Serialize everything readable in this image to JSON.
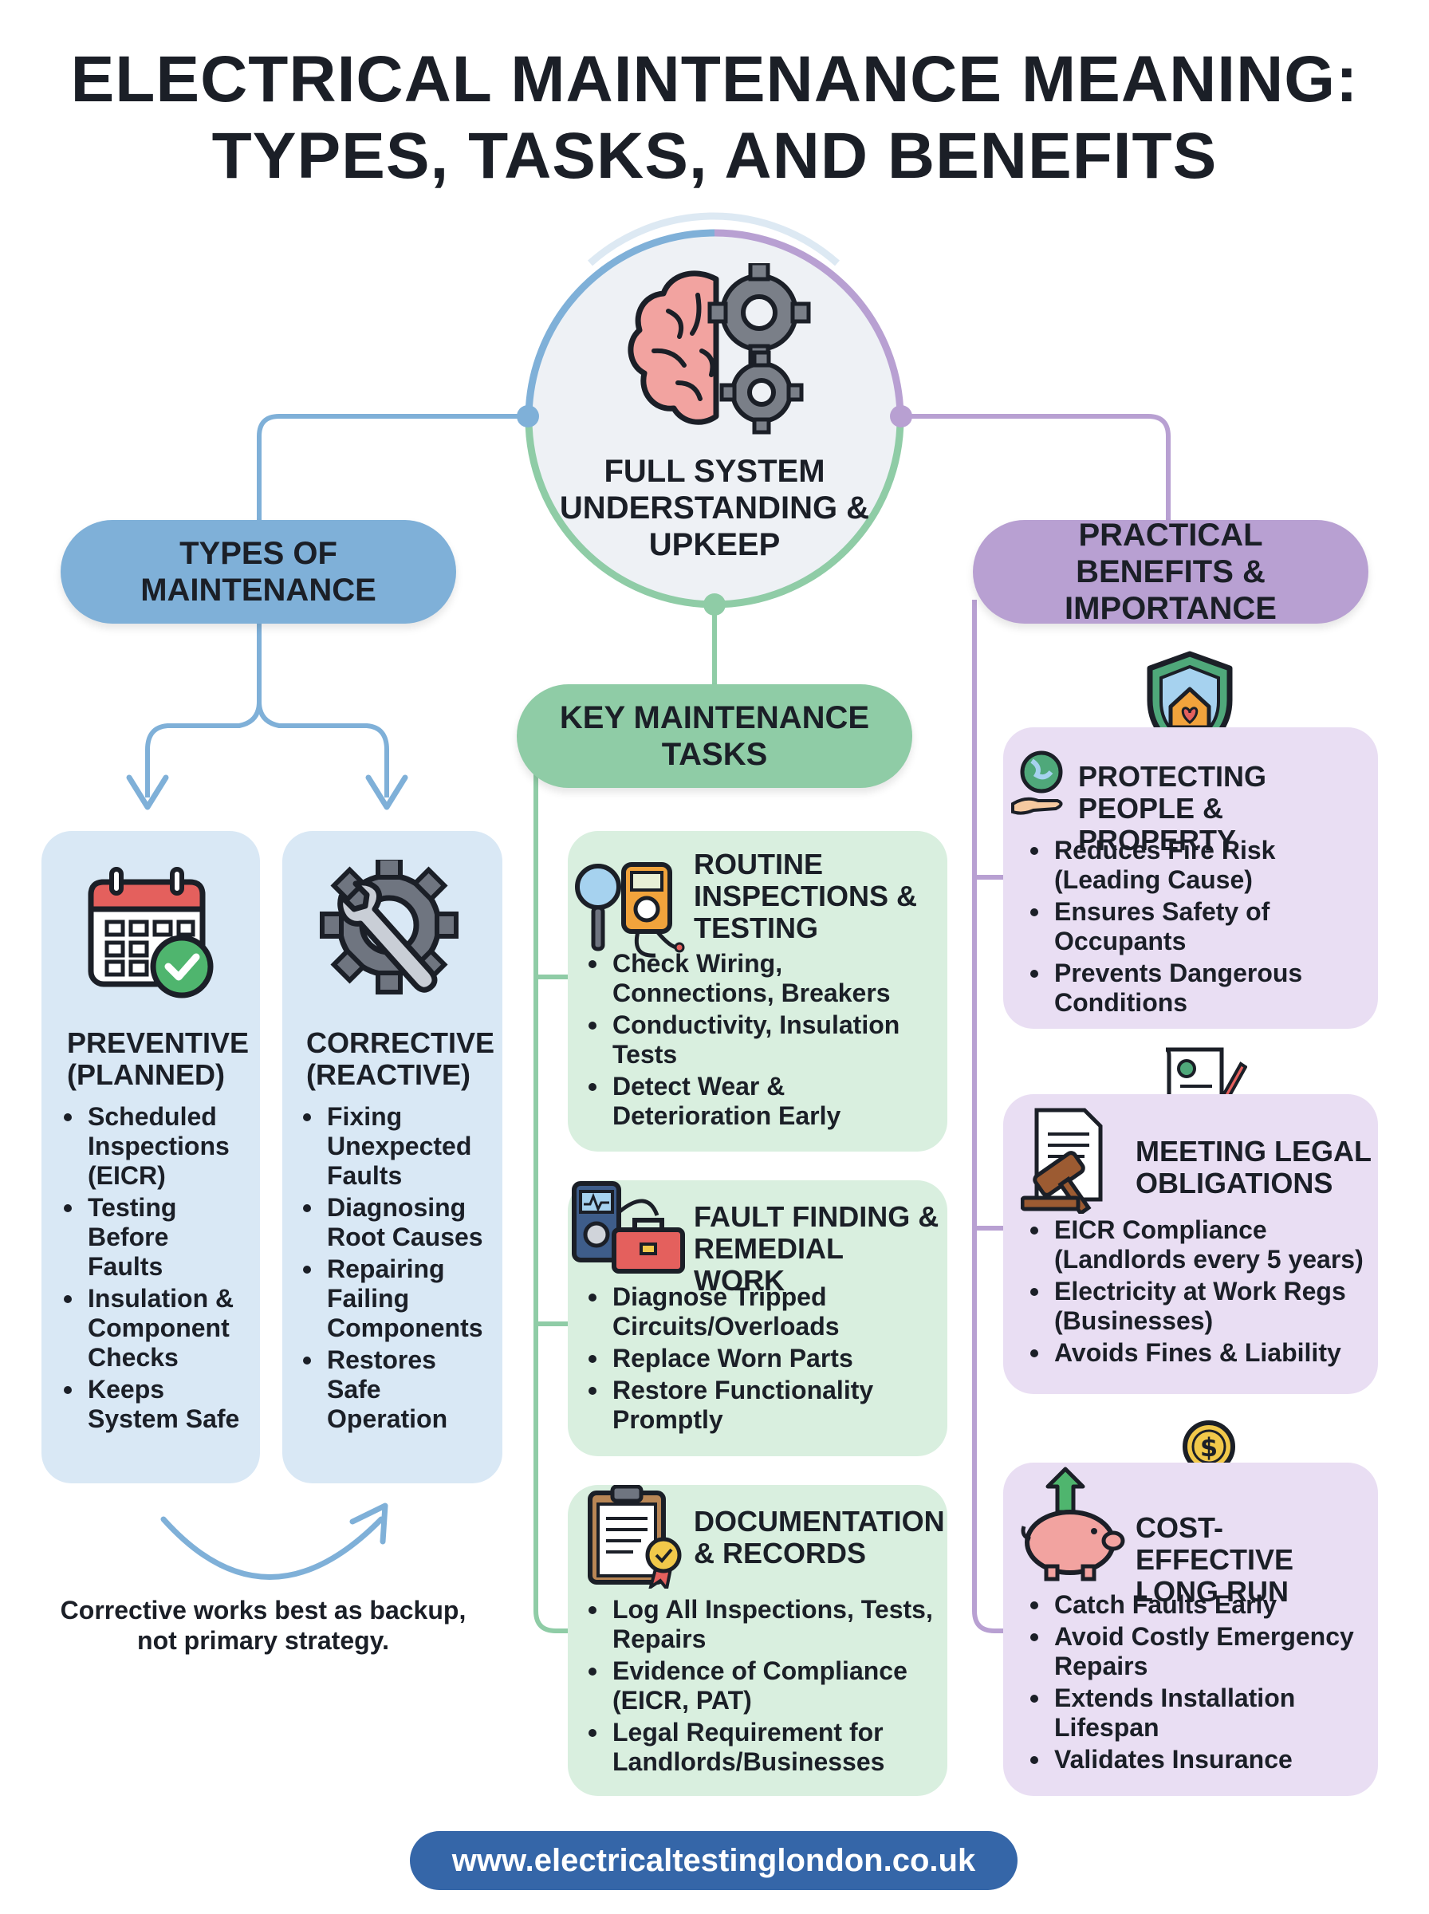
{
  "title": {
    "line1": "ELECTRICAL MAINTENANCE MEANING:",
    "line2": "TYPES, TASKS, AND BENEFITS"
  },
  "center": {
    "label": "FULL SYSTEM UNDERSTANDING & UPKEEP",
    "icon": "brain-gears-icon"
  },
  "types": {
    "heading": "TYPES OF MAINTENANCE",
    "preventive": {
      "title": "PREVENTIVE (PLANNED)",
      "icon": "calendar-check-icon",
      "bullets": [
        "Scheduled Inspections (EICR)",
        "Testing Before Faults",
        "Insulation & Component Checks",
        "Keeps System Safe"
      ]
    },
    "corrective": {
      "title": "CORRECTIVE (REACTIVE)",
      "icon": "broken-gear-wrench-icon",
      "bullets": [
        "Fixing Unexpected Faults",
        "Diagnosing Root Causes",
        "Repairing Failing Components",
        "Restores Safe Operation"
      ]
    },
    "note": "Corrective works best as backup, not primary strategy."
  },
  "tasks": {
    "heading": "KEY MAINTENANCE TASKS",
    "items": [
      {
        "title": "ROUTINE INSPECTIONS & TESTING",
        "icon": "magnifier-multimeter-icon",
        "bullets": [
          "Check Wiring, Connections, Breakers",
          "Conductivity, Insulation Tests",
          "Detect Wear & Deterioration Early"
        ]
      },
      {
        "title": "FAULT FINDING & REMEDIAL WORK",
        "icon": "tester-toolbox-icon",
        "bullets": [
          "Diagnose Tripped Circuits/Overloads",
          "Replace Worn Parts",
          "Restore Functionality Promptly"
        ]
      },
      {
        "title": "DOCUMENTATION & RECORDS",
        "icon": "clipboard-certificate-icon",
        "bullets": [
          "Log All Inspections, Tests, Repairs",
          "Evidence of Compliance (EICR, PAT)",
          "Legal Requirement for Landlords/Businesses"
        ]
      }
    ]
  },
  "benefits": {
    "heading": "PRACTICAL BENEFITS & IMPORTANCE",
    "items": [
      {
        "title": "PROTECTING PEOPLE & PROPERTY",
        "icon": "shield-house-icon",
        "bullets": [
          "Reduces Fire Risk (Leading Cause)",
          "Ensures Safety of Occupants",
          "Prevents Dangerous Conditions"
        ]
      },
      {
        "title": "MEETING LEGAL OBLIGATIONS",
        "icon": "gavel-document-icon",
        "bullets": [
          "EICR Compliance (Landlords every 5 years)",
          "Electricity at Work Regs (Businesses)",
          "Avoids Fines & Liability"
        ]
      },
      {
        "title": "COST-EFFECTIVE LONG RUN",
        "icon": "piggy-bank-coin-icon",
        "bullets": [
          "Catch Faults Early",
          "Avoid Costly Emergency Repairs",
          "Extends Installation Lifespan",
          "Validates Insurance"
        ]
      }
    ]
  },
  "footer": {
    "url": "www.electricaltestinglondon.co.uk"
  },
  "colors": {
    "blue": "#7fb0d8",
    "green": "#8fcca6",
    "purple": "#b8a0d2",
    "footer": "#3566a8"
  }
}
